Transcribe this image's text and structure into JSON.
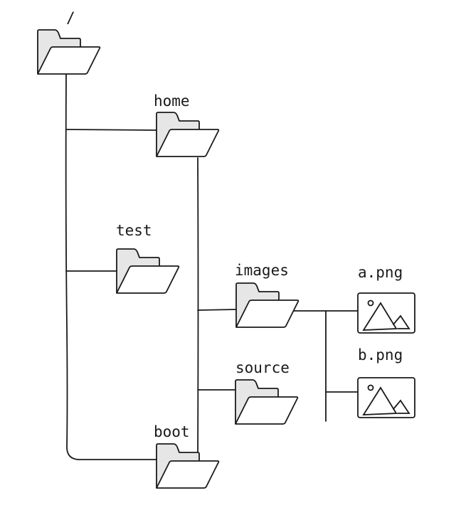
{
  "tree": {
    "root": {
      "name": "/",
      "icon": "folder-icon"
    },
    "children": [
      {
        "name": "home",
        "icon": "folder-icon"
      },
      {
        "name": "test",
        "icon": "folder-icon"
      },
      {
        "name": "boot",
        "icon": "folder-icon"
      }
    ],
    "home_children": [
      {
        "name": "images",
        "icon": "folder-icon"
      },
      {
        "name": "source",
        "icon": "folder-icon"
      }
    ],
    "images_children": [
      {
        "name": "a.png",
        "icon": "image-file-icon"
      },
      {
        "name": "b.png",
        "icon": "image-file-icon"
      }
    ]
  }
}
